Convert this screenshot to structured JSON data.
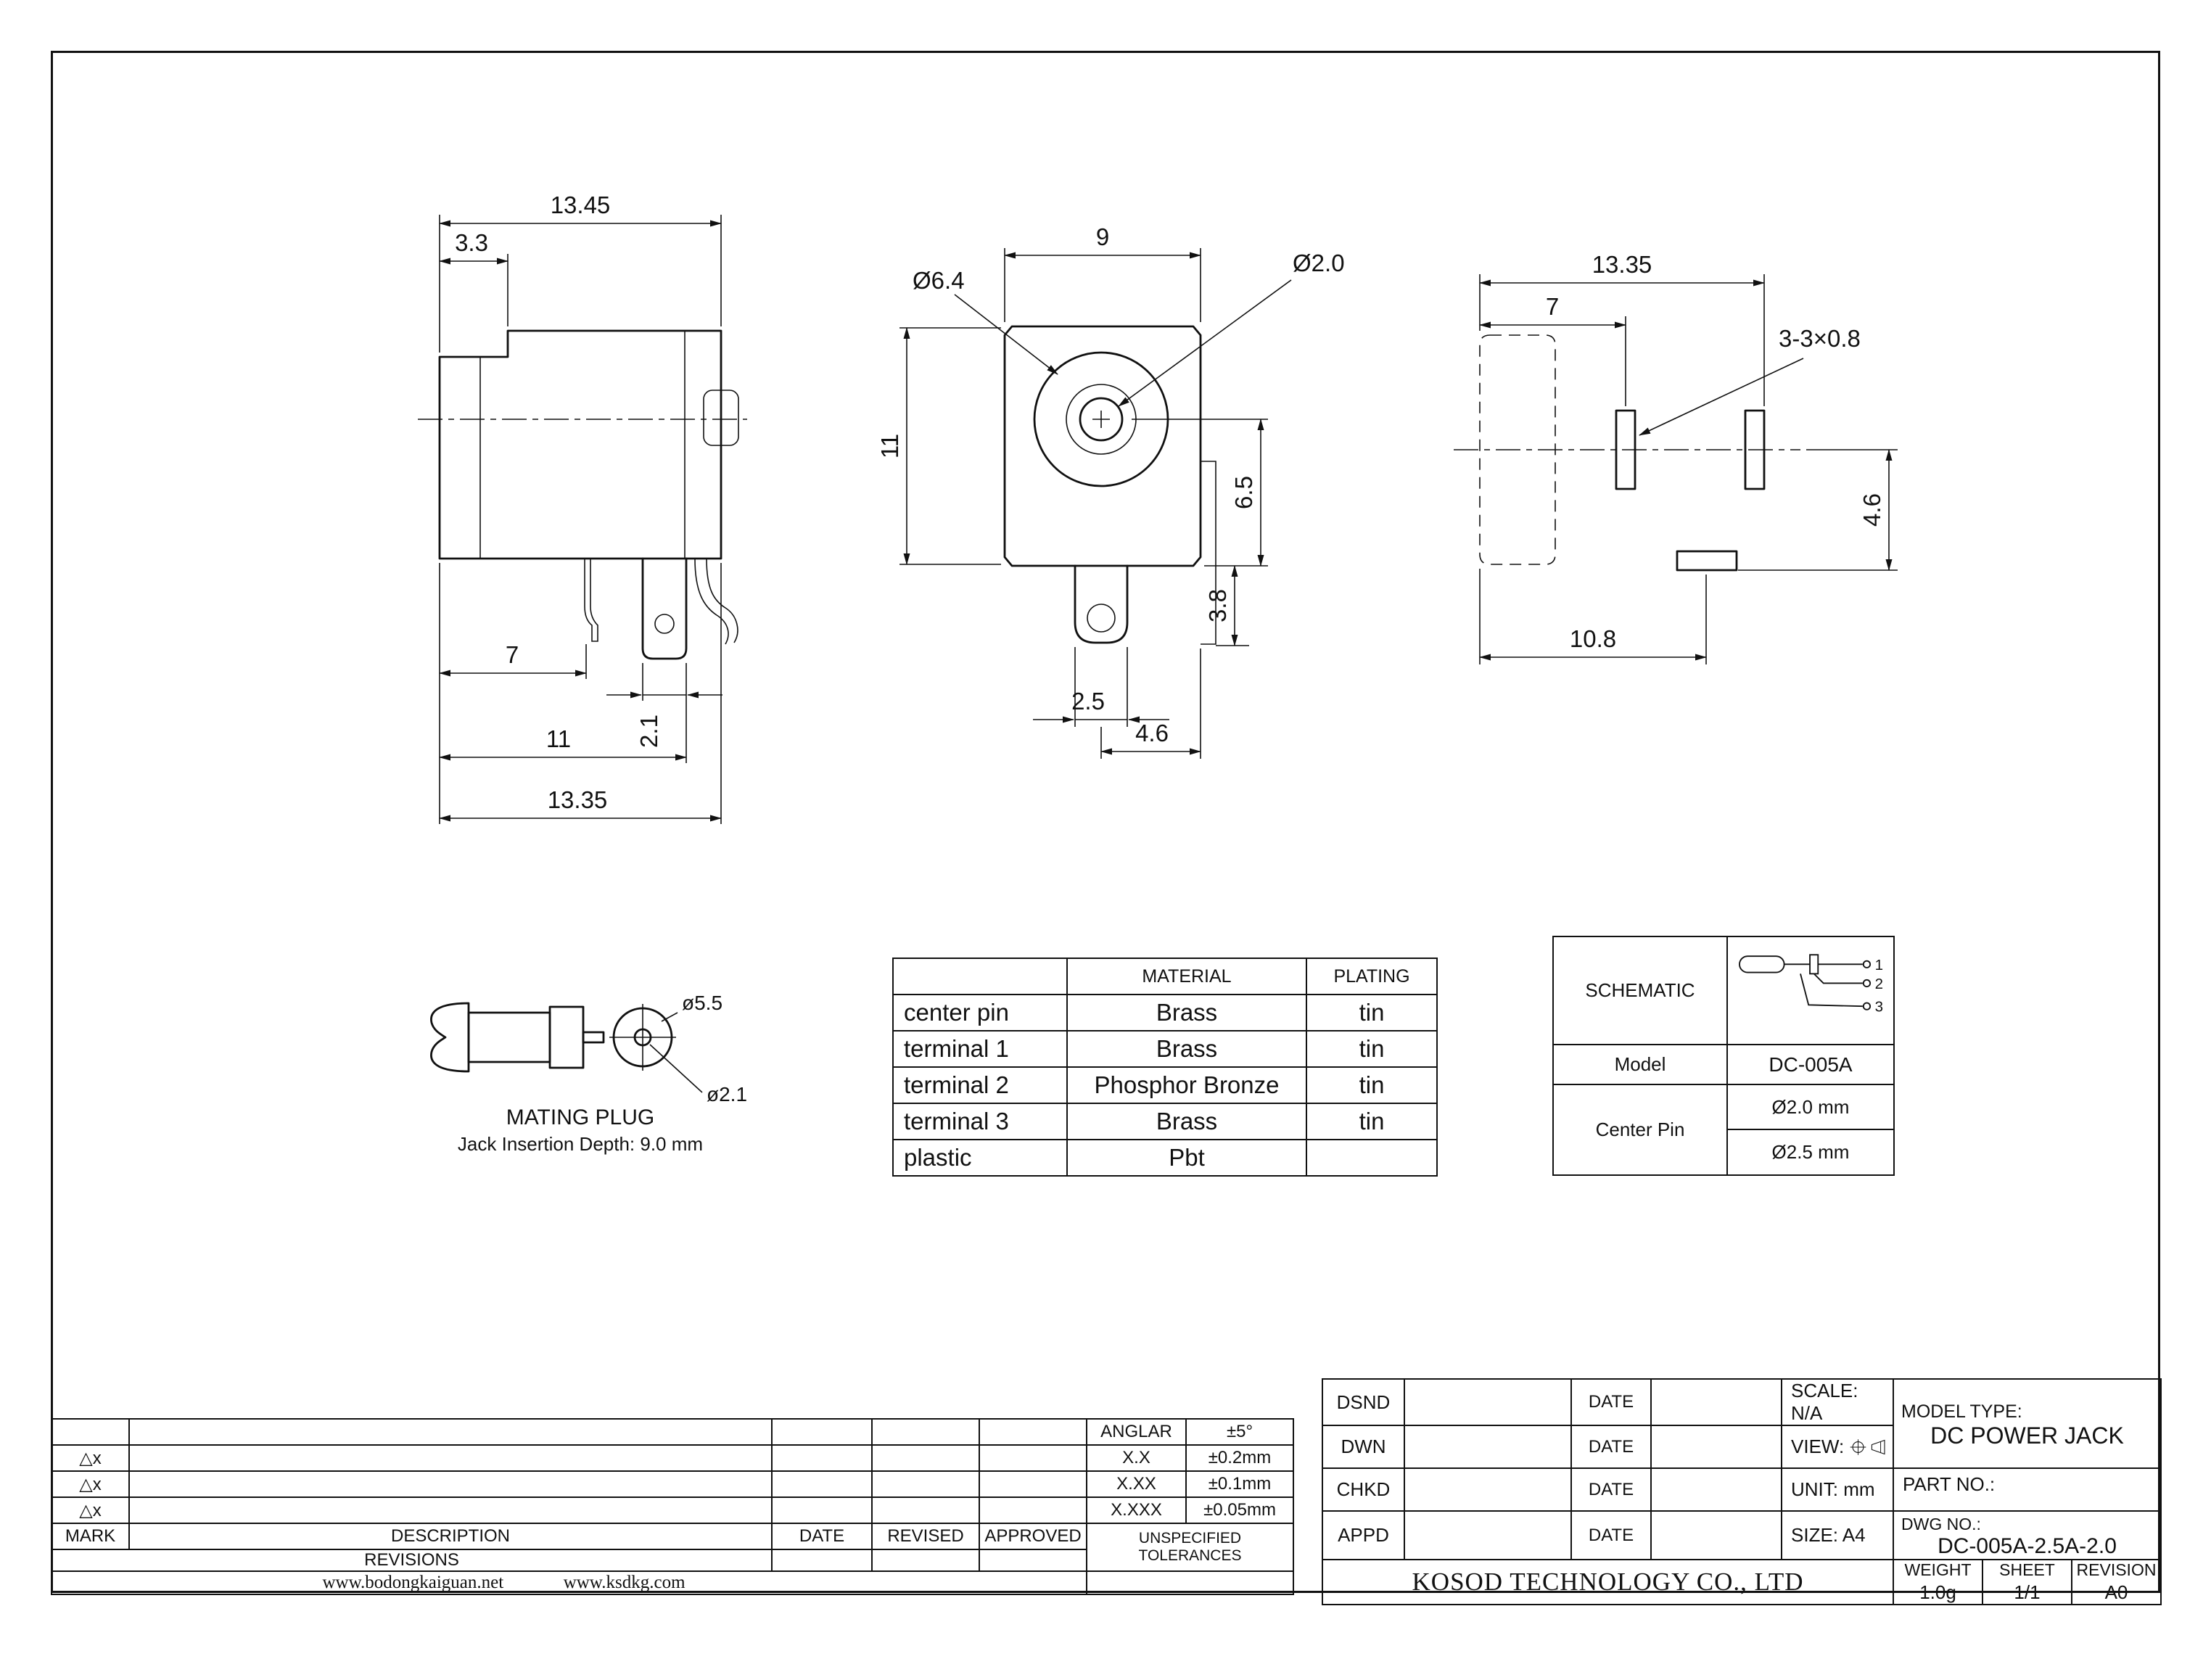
{
  "meta": {
    "background": "#ffffff",
    "line_color": "#111111"
  },
  "dims": {
    "side": {
      "total_width": "13.45",
      "step": "3.3",
      "pin1_offset": "7",
      "pin_width": "2.1",
      "pin2_offset": "11",
      "overall_width": "13.35"
    },
    "front": {
      "width": "9",
      "bore_dia": "Ø6.4",
      "pin_dia": "Ø2.0",
      "height": "11",
      "center_to_bottom": "6.5",
      "tab_height": "3.8",
      "tab_width": "2.5",
      "tab_offset": "4.6"
    },
    "rear": {
      "width": "13.35",
      "terminal1_offset": "7",
      "terminal_note": "3-3×0.8",
      "terminal_height": "4.6",
      "terminal3_offset": "10.8"
    }
  },
  "plug": {
    "outer_dia": "ø5.5",
    "pin_dia": "ø2.1",
    "title": "MATING PLUG",
    "insertion_depth": "Jack Insertion Depth: 9.0 mm"
  },
  "material_table": {
    "headers": [
      "MATERIAL",
      "PLATING"
    ],
    "rows": [
      {
        "part": "center pin",
        "material": "Brass",
        "plating": "tin"
      },
      {
        "part": "terminal 1",
        "material": "Brass",
        "plating": "tin"
      },
      {
        "part": "terminal 2",
        "material": "Phosphor Bronze",
        "plating": "tin"
      },
      {
        "part": "terminal 3",
        "material": "Brass",
        "plating": "tin"
      },
      {
        "part": "plastic",
        "material": "Pbt",
        "plating": ""
      }
    ]
  },
  "schematic": {
    "label": "SCHEMATIC",
    "pins": [
      "1",
      "2",
      "3"
    ],
    "model_label": "Model",
    "model_value": "DC-005A",
    "center_pin_label": "Center Pin",
    "center_pin_values": [
      "Ø2.0 mm",
      "Ø2.5 mm"
    ]
  },
  "title_block": {
    "sig_rows": [
      {
        "label": "DSND"
      },
      {
        "label": "DWN"
      },
      {
        "label": "CHKD"
      },
      {
        "label": "APPD"
      }
    ],
    "date_label": "DATE",
    "scale": "SCALE: N/A",
    "view_label": "VIEW:",
    "unit": "UNIT: mm",
    "size": "SIZE: A4",
    "model_type_label": "MODEL TYPE:",
    "model_type_value": "DC POWER JACK",
    "part_no_label": "PART NO.:",
    "dwg_no_label": "DWG NO.:",
    "dwg_no_value": "DC-005A-2.5A-2.0",
    "company": "KOSOD TECHNOLOGY CO., LTD",
    "weight_label": "WEIGHT",
    "weight_value": "1.0g",
    "sheet_label": "SHEET",
    "sheet_value": "1/1",
    "revision_label": "REVISION",
    "revision_value": "A0"
  },
  "revisions": {
    "mark_label": "MARK",
    "description_label": "DESCRIPTION",
    "date_label": "DATE",
    "revised_label": "REVISED",
    "approved_label": "APPROVED",
    "revisions_label": "REVISIONS",
    "website_left": "www.bodongkaiguan.net",
    "website_right": "www.ksdkg.com",
    "tri_mark": "△x",
    "tolerances": [
      {
        "label": "ANGLAR",
        "value": "±5°"
      },
      {
        "label": "X.X",
        "value": "±0.2mm"
      },
      {
        "label": "X.XX",
        "value": "±0.1mm"
      },
      {
        "label": "X.XXX",
        "value": "±0.05mm"
      }
    ],
    "unspecified_label": "UNSPECIFIED TOLERANCES"
  }
}
